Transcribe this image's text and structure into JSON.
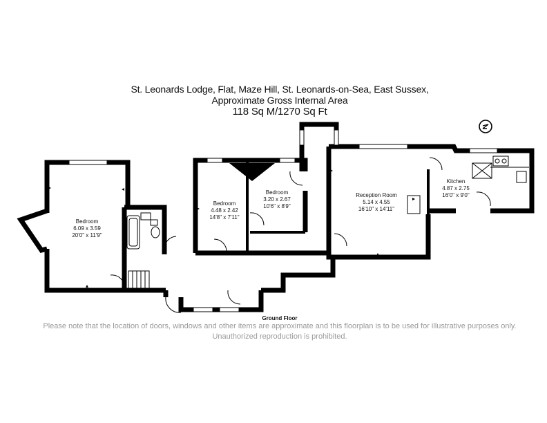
{
  "title": {
    "line1": "St. Leonards Lodge, Flat, Maze Hill, St. Leonards-on-Sea, East Sussex,",
    "line2": "Approximate Gross Internal Area",
    "line3": "118 Sq M/1270 Sq Ft"
  },
  "rooms": [
    {
      "name": "Bedroom",
      "metric": "6.09 x 3.59",
      "imperial": "20'0\" x 11'9\""
    },
    {
      "name": "Bedroom",
      "metric": "4.48 x 2.42",
      "imperial": "14'8\" x 7'11\""
    },
    {
      "name": "Bedroom",
      "metric": "3.20 x 2.67",
      "imperial": "10'6\" x 8'9\""
    },
    {
      "name": "Reception Room",
      "metric": "5.14 x 4.55",
      "imperial": "16'10\" x 14'11\""
    },
    {
      "name": "Kitchen",
      "metric": "4.87 x 2.75",
      "imperial": "16'0\" x 9'0\""
    }
  ],
  "floor_label": "Ground Floor",
  "disclaimer": "Please note that the location of doors, windows and other items are approximate and this floorplan is to be used for illustrative purposes only. Unauthorized reproduction is prohibited.",
  "colors": {
    "wall": "#000000",
    "disclaimer": "#9a9a9a",
    "text": "#111111"
  },
  "icons": {
    "compass": "north-arrow-icon"
  }
}
